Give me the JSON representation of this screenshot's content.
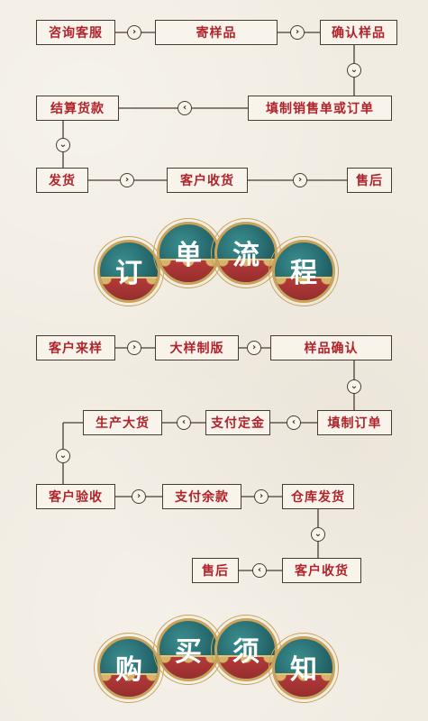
{
  "flow1": {
    "step1": "咨询客服",
    "step2": "寄样品",
    "step3": "确认样品",
    "step4": "填制销售单或订单",
    "step5": "结算货款",
    "step6": "发货",
    "step7": "客户收货",
    "step8": "售后"
  },
  "title1": {
    "c1": "订",
    "c2": "单",
    "c3": "流",
    "c4": "程"
  },
  "flow2": {
    "step1": "客户来样",
    "step2": "大样制版",
    "step3": "样品确认",
    "step4": "填制订单",
    "step5": "支付定金",
    "step6": "生产大货",
    "step7": "客户验收",
    "step8": "支付余款",
    "step9": "仓库发货",
    "step10": "客户收货",
    "step11": "售后"
  },
  "title2": {
    "c1": "购",
    "c2": "买",
    "c3": "须",
    "c4": "知"
  },
  "arrows": {
    "right": "›",
    "left": "‹",
    "down": "⌄"
  },
  "colors": {
    "text_red": "#b0232a",
    "teal": "#1f5c62",
    "gold": "#c9a35a",
    "background": "#f1ece2"
  }
}
